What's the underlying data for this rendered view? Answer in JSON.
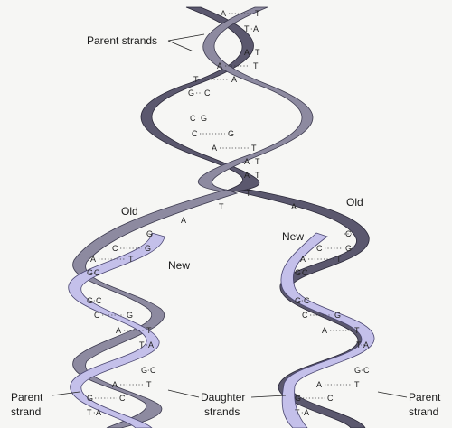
{
  "labels": {
    "parent_strands": "Parent strands",
    "old_left": "Old",
    "old_right": "Old",
    "new_left": "New",
    "new_right": "New",
    "parent_strand_left_1": "Parent",
    "parent_strand_left_2": "strand",
    "daughter_1": "Daughter",
    "daughter_2": "strands",
    "parent_strand_right_1": "Parent",
    "parent_strand_right_2": "strand"
  },
  "top_pairs": [
    {
      "l": "A",
      "r": "T"
    },
    {
      "l": "T",
      "r": "A"
    },
    {
      "l": "A",
      "r": "T"
    },
    {
      "l": "A",
      "r": "T"
    },
    {
      "l": "T",
      "r": "A"
    },
    {
      "l": "G",
      "r": "C"
    },
    {
      "l": "C",
      "r": "G"
    },
    {
      "l": "C",
      "r": "G"
    },
    {
      "l": "A",
      "r": "T"
    },
    {
      "l": "A",
      "r": "T"
    },
    {
      "l": "A",
      "r": "T"
    }
  ],
  "fork_bases": [
    "T",
    "A",
    "A",
    "T"
  ],
  "left_pairs": [
    {
      "l": "",
      "r": "G"
    },
    {
      "l": "C",
      "r": "G"
    },
    {
      "l": "A",
      "r": "T"
    },
    {
      "l": "G",
      "r": "C"
    },
    {
      "l": "G",
      "r": "C"
    },
    {
      "l": "C",
      "r": "G"
    },
    {
      "l": "A",
      "r": "T"
    },
    {
      "l": "T",
      "r": "A"
    },
    {
      "l": "G",
      "r": "C"
    },
    {
      "l": "A",
      "r": "T"
    },
    {
      "l": "G",
      "r": "C"
    },
    {
      "l": "T",
      "r": "A"
    }
  ],
  "right_pairs": [
    {
      "l": "",
      "r": "C"
    },
    {
      "l": "C",
      "r": "G"
    },
    {
      "l": "A",
      "r": "T"
    },
    {
      "l": "G",
      "r": "C"
    },
    {
      "l": "G",
      "r": "C"
    },
    {
      "l": "C",
      "r": "G"
    },
    {
      "l": "A",
      "r": "T"
    },
    {
      "l": "T",
      "r": "A"
    },
    {
      "l": "G",
      "r": "C"
    },
    {
      "l": "A",
      "r": "T"
    },
    {
      "l": "G",
      "r": "C"
    },
    {
      "l": "T",
      "r": "A"
    }
  ],
  "colors": {
    "old_light": "#8d8aa0",
    "old_dark": "#5b586e",
    "new_strand": "#c4c0ea",
    "background": "#f6f6f4"
  }
}
